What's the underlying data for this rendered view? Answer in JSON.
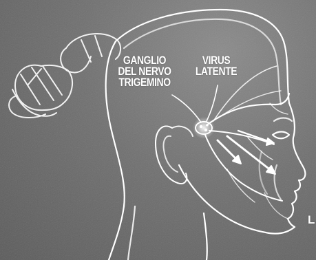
{
  "labels": {
    "ganglion": {
      "lines": [
        "GANGLIO",
        "DEL NERVO",
        "TRIGEMINO"
      ]
    },
    "virus": {
      "lines": [
        "VIRUS",
        "LATENTE"
      ]
    },
    "edge": {
      "text": "L"
    }
  },
  "colors": {
    "background": "#6b6b6b",
    "outline": "#ffffff",
    "text": "#ffffff"
  },
  "icons": {
    "arrows": "arrow-icon"
  }
}
